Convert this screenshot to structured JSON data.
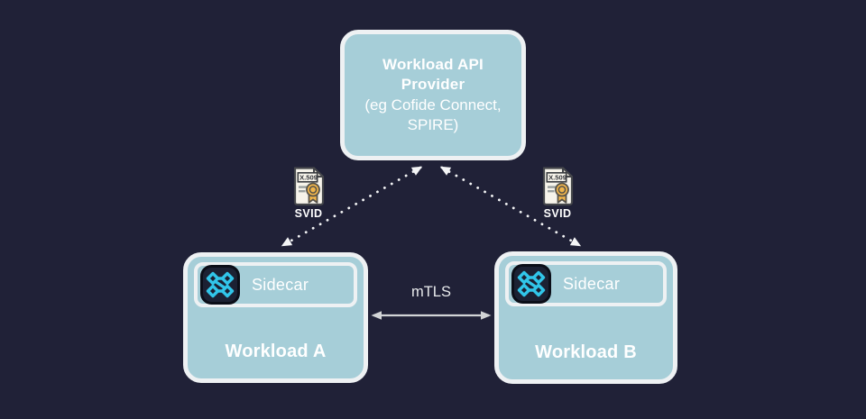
{
  "colors": {
    "background": "#202137",
    "box_fill": "#a6ced8",
    "box_border": "#eef1f3",
    "text": "#ffffff",
    "cofide_icon_bg": "#1c2133",
    "cofide_icon_accent": "#31c5e9",
    "cert_paper": "#f6f3ea",
    "cert_seal_gold": "#f0b54b",
    "mtls_arrow": "#d2d4d6",
    "dotted_arrow": "#f4f5f6"
  },
  "provider_box": {
    "title": "Workload API Provider",
    "subtitle": "(eg Cofide Connect, SPIRE)"
  },
  "workloads": [
    {
      "title": "Workload A",
      "sidecar_label": "Sidecar"
    },
    {
      "title": "Workload B",
      "sidecar_label": "Sidecar"
    }
  ],
  "certificates": [
    {
      "doc_type": "X.509",
      "label": "SVID"
    },
    {
      "doc_type": "X.509",
      "label": "SVID"
    }
  ],
  "connection": {
    "label": "mTLS"
  },
  "icons": {
    "cofide_logo": "network-nodes-icon",
    "certificate": "x509-certificate-icon"
  }
}
